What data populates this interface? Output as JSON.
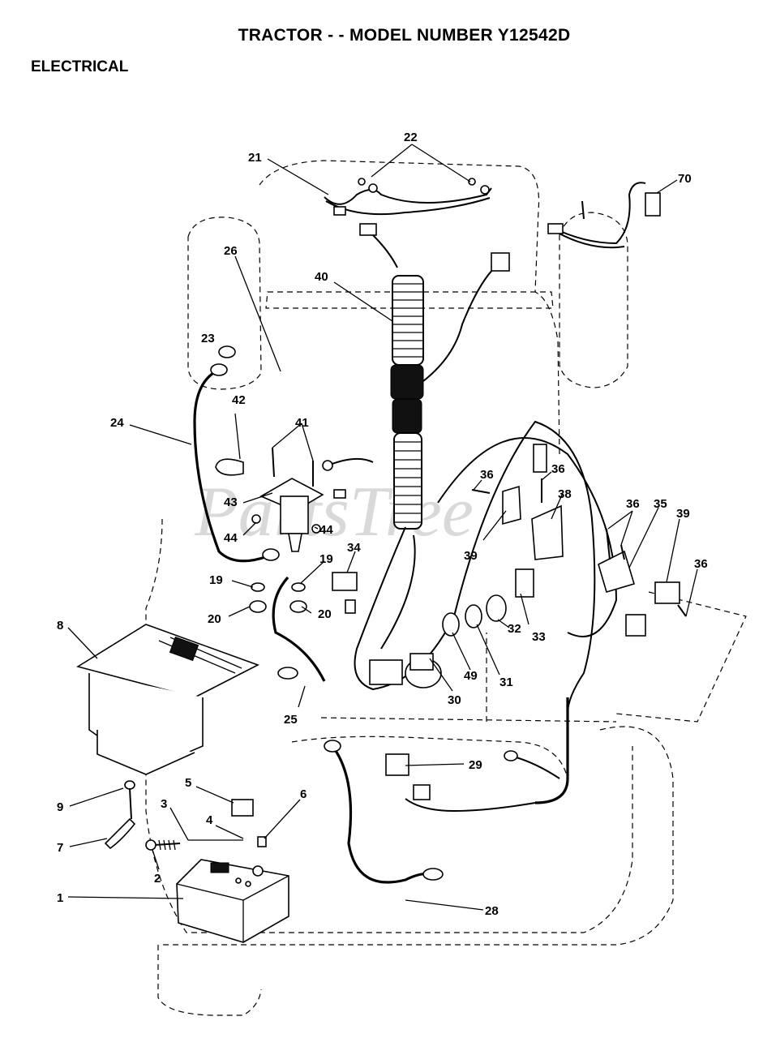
{
  "header": {
    "title": "TRACTOR - - MODEL NUMBER Y12542D",
    "section": "ELECTRICAL"
  },
  "watermark": "PartsTree",
  "callouts": [
    "22",
    "21",
    "70",
    "26",
    "40",
    "23",
    "42",
    "24",
    "41",
    "36",
    "36",
    "38",
    "43",
    "36",
    "35",
    "39",
    "44",
    "44",
    "34",
    "39",
    "19",
    "19",
    "36",
    "8",
    "20",
    "20",
    "33",
    "32",
    "49",
    "31",
    "30",
    "25",
    "29",
    "5",
    "6",
    "9",
    "3",
    "4",
    "7",
    "2",
    "1",
    "28"
  ]
}
